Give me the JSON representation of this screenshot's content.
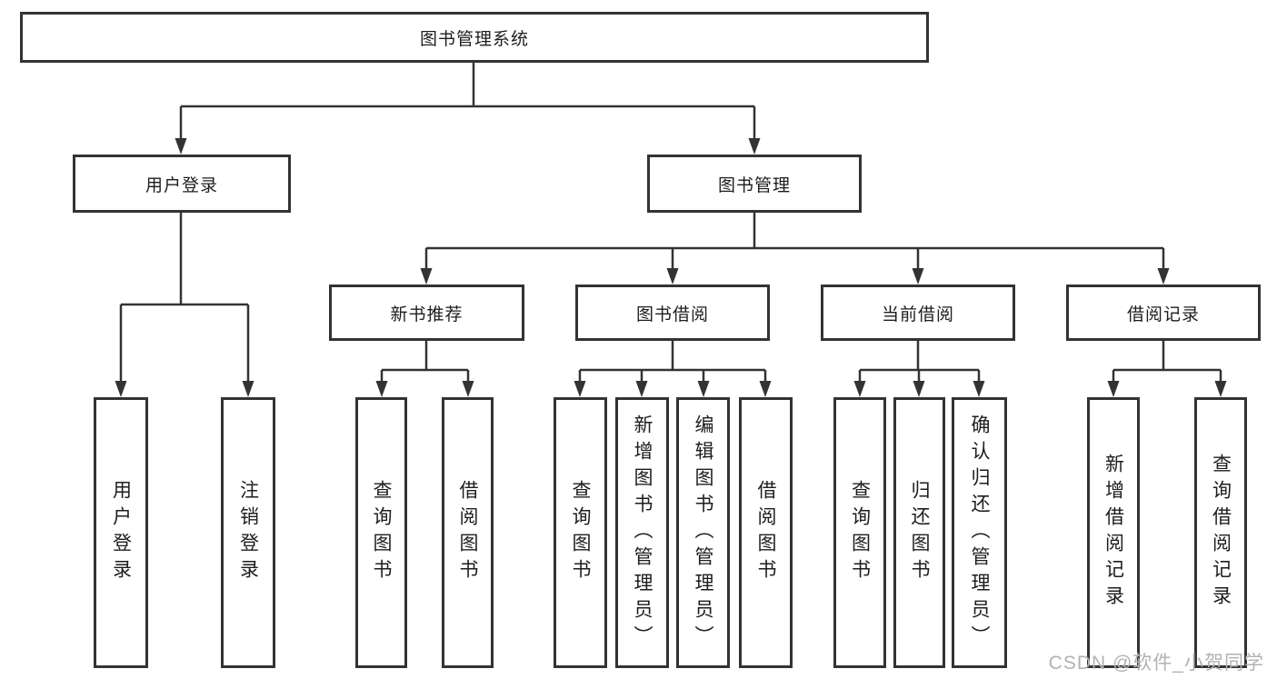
{
  "colors": {
    "line": "#333333",
    "text": "#1d1d1d",
    "background": "#ffffff",
    "watermark": "#b2b2b2"
  },
  "watermark": {
    "text": "CSDN @软件_小贺同学"
  },
  "tree": {
    "label": "图书管理系统",
    "children": [
      {
        "label": "用户登录",
        "children": [
          {
            "label": "用户登录"
          },
          {
            "label": "注销登录"
          }
        ]
      },
      {
        "label": "图书管理",
        "children": [
          {
            "label": "新书推荐",
            "children": [
              {
                "label": "查询图书"
              },
              {
                "label": "借阅图书"
              }
            ]
          },
          {
            "label": "图书借阅",
            "children": [
              {
                "label": "查询图书"
              },
              {
                "label": "新增图书（管理员）"
              },
              {
                "label": "编辑图书（管理员）"
              },
              {
                "label": "借阅图书"
              }
            ]
          },
          {
            "label": "当前借阅",
            "children": [
              {
                "label": "查询图书"
              },
              {
                "label": "归还图书"
              },
              {
                "label": "确认归还（管理员）"
              }
            ]
          },
          {
            "label": "借阅记录",
            "children": [
              {
                "label": "新增借阅记录"
              },
              {
                "label": "查询借阅记录"
              }
            ]
          }
        ]
      }
    ]
  }
}
